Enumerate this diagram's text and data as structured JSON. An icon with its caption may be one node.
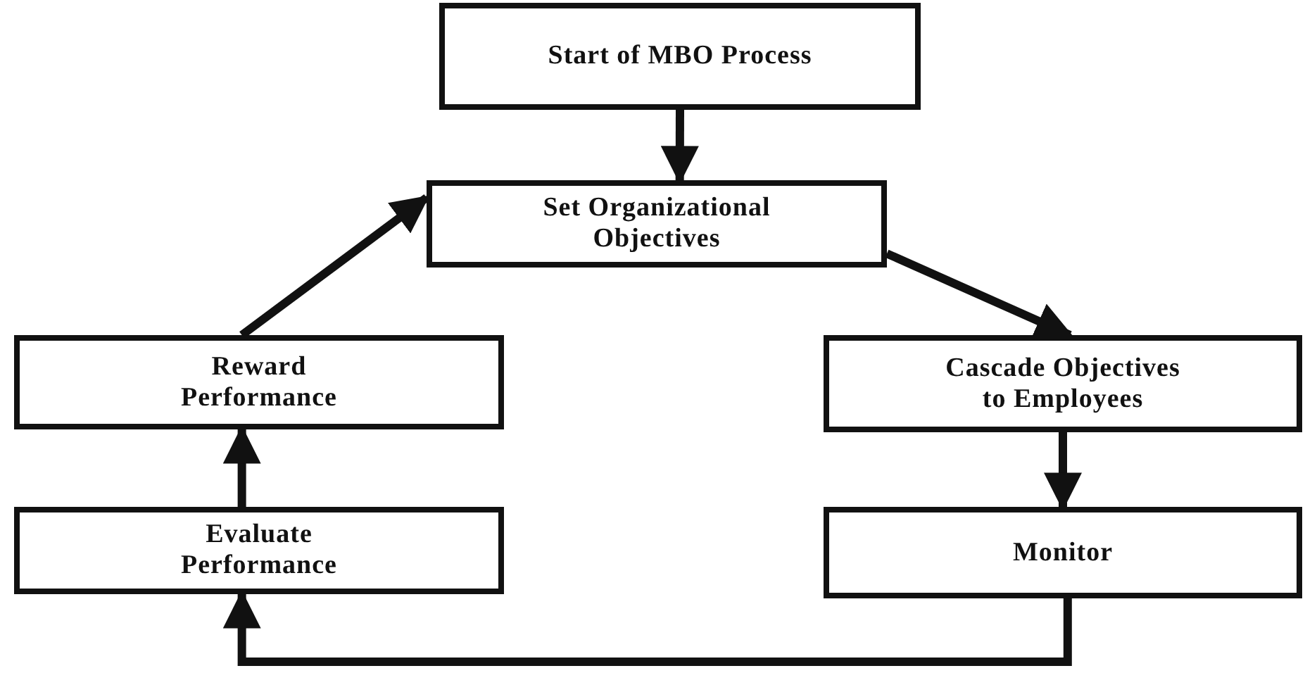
{
  "diagram": {
    "nodes": [
      {
        "text": [
          "Start of MBO Process"
        ]
      },
      {
        "text": [
          "Set Organizational Objectives"
        ]
      },
      {
        "text": [
          "Reward Performance"
        ]
      },
      {
        "text": [
          "Cascade Objectives to Employees"
        ]
      },
      {
        "text": [
          "Evaluate Performance"
        ]
      },
      {
        "text": [
          "Monitor"
        ]
      }
    ],
    "edges": [
      {
        "from": 0,
        "to": 1,
        "arrow": "to"
      },
      {
        "from": 1,
        "to": 3,
        "arrow": "to"
      },
      {
        "from": 3,
        "to": 5,
        "arrow": "to"
      },
      {
        "from": 5,
        "to": 4,
        "arrow": "to"
      },
      {
        "from": 4,
        "to": 2,
        "arrow": "to"
      },
      {
        "from": 2,
        "to": 1,
        "arrow": "to"
      }
    ]
  }
}
